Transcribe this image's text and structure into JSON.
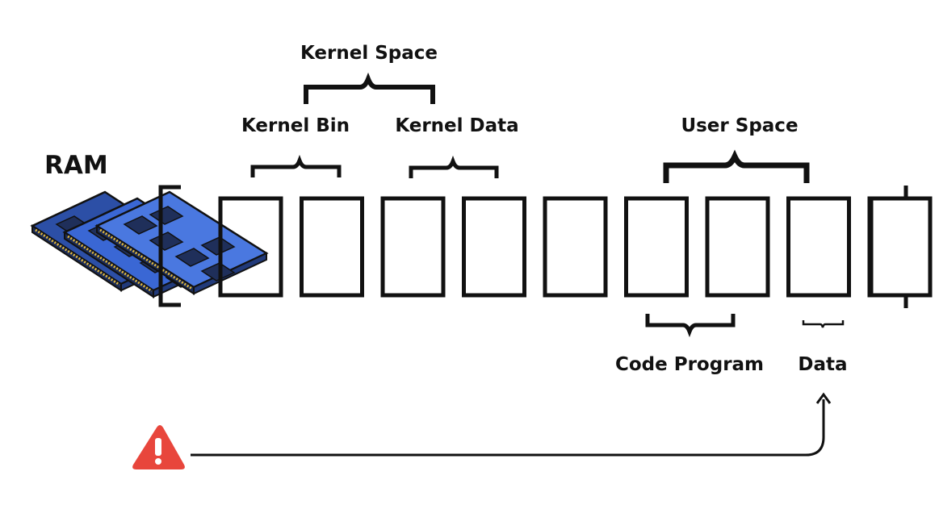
{
  "labels": {
    "ram": "RAM",
    "kernel_space": "Kernel Space",
    "kernel_bin": "Kernel Bin",
    "kernel_data": "Kernel Data",
    "user_space": "User Space",
    "code_program": "Code Program",
    "data": "Data"
  },
  "icons": {
    "ram_sticks": "ram-module-icon",
    "warning": "warning-triangle-icon"
  },
  "colors": {
    "ram_board": "#3a67d4",
    "ram_chip": "#1f2f5a",
    "ram_contacts": "#e0b840",
    "warning": "#e8463c",
    "ink": "#111111"
  },
  "memory": {
    "cell_count": 9,
    "right_edge_partial_cell": true
  }
}
